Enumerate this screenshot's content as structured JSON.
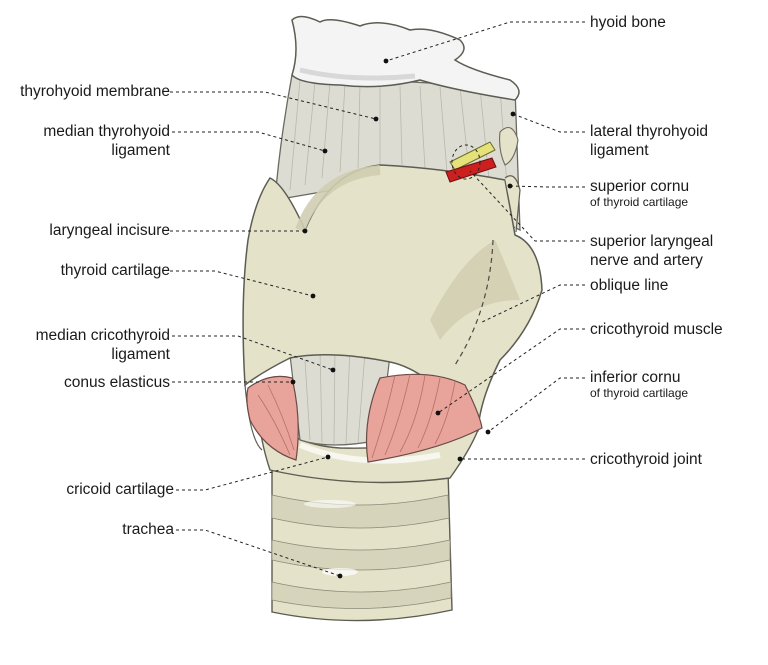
{
  "labels": {
    "hyoid_bone": "hyoid bone",
    "thyrohyoid_membrane": "thyrohyoid membrane",
    "median_thyrohyoid_ligament": [
      "median thyrohyoid",
      "ligament"
    ],
    "lateral_thyrohyoid_ligament": [
      "lateral thyrohyoid",
      "ligament"
    ],
    "superior_cornu": "superior cornu",
    "superior_cornu_sub": "of thyroid cartilage",
    "laryngeal_incisure": "laryngeal incisure",
    "superior_laryngeal": [
      "superior laryngeal",
      "nerve and artery"
    ],
    "thyroid_cartilage": "thyroid cartilage",
    "oblique_line": "oblique line",
    "median_cricothyroid_ligament": [
      "median cricothyroid",
      "ligament"
    ],
    "cricothyroid_muscle": "cricothyroid muscle",
    "conus_elasticus": "conus elasticus",
    "inferior_cornu": "inferior cornu",
    "inferior_cornu_sub": "of thyroid cartilage",
    "cricothyroid_joint": "cricothyroid joint",
    "cricoid_cartilage": "cricoid cartilage",
    "trachea": "trachea"
  },
  "colors": {
    "cartilage": "#e4e2c8",
    "cartilage_shadow": "#cfcdb0",
    "membrane": "#dcdcd2",
    "bone": "#f4f4f4",
    "muscle": "#e8a39b",
    "nerve": "#e6e27a",
    "artery": "#cc1f1f",
    "leader": "#222222"
  }
}
